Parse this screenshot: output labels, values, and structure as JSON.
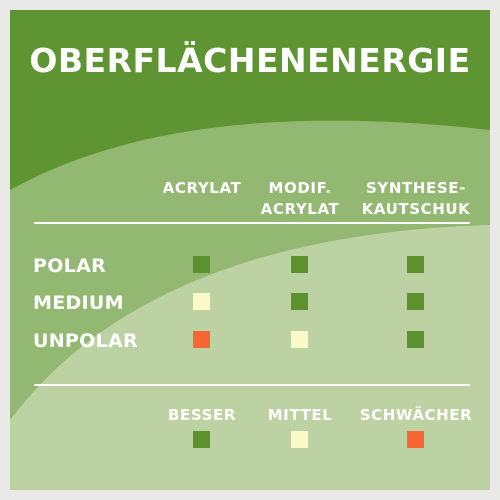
{
  "title": "OBERFLÄCHENENERGIE",
  "columns": [
    {
      "line1": "",
      "line2": "ACRYLAT"
    },
    {
      "line1": "MODIF.",
      "line2": "ACRYLAT"
    },
    {
      "line1": "SYNTHESE-",
      "line2": "KAUTSCHUK"
    }
  ],
  "rows": [
    {
      "label": "POLAR",
      "ratings": [
        "besser",
        "besser",
        "besser"
      ]
    },
    {
      "label": "MEDIUM",
      "ratings": [
        "mittel",
        "besser",
        "besser"
      ]
    },
    {
      "label": "UNPOLAR",
      "ratings": [
        "schwaecher",
        "mittel",
        "besser"
      ]
    }
  ],
  "legend": [
    {
      "key": "besser",
      "label": "BESSER"
    },
    {
      "key": "mittel",
      "label": "MITTEL"
    },
    {
      "key": "schwaecher",
      "label": "SCHWÄCHER"
    }
  ],
  "colors": {
    "besser": "#5b922d",
    "mittel": "#fbfbc9",
    "schwaecher": "#fa6631",
    "background_dark": "#5e9431",
    "background_mid": "#93b872",
    "background_light": "#bdd2a3"
  }
}
